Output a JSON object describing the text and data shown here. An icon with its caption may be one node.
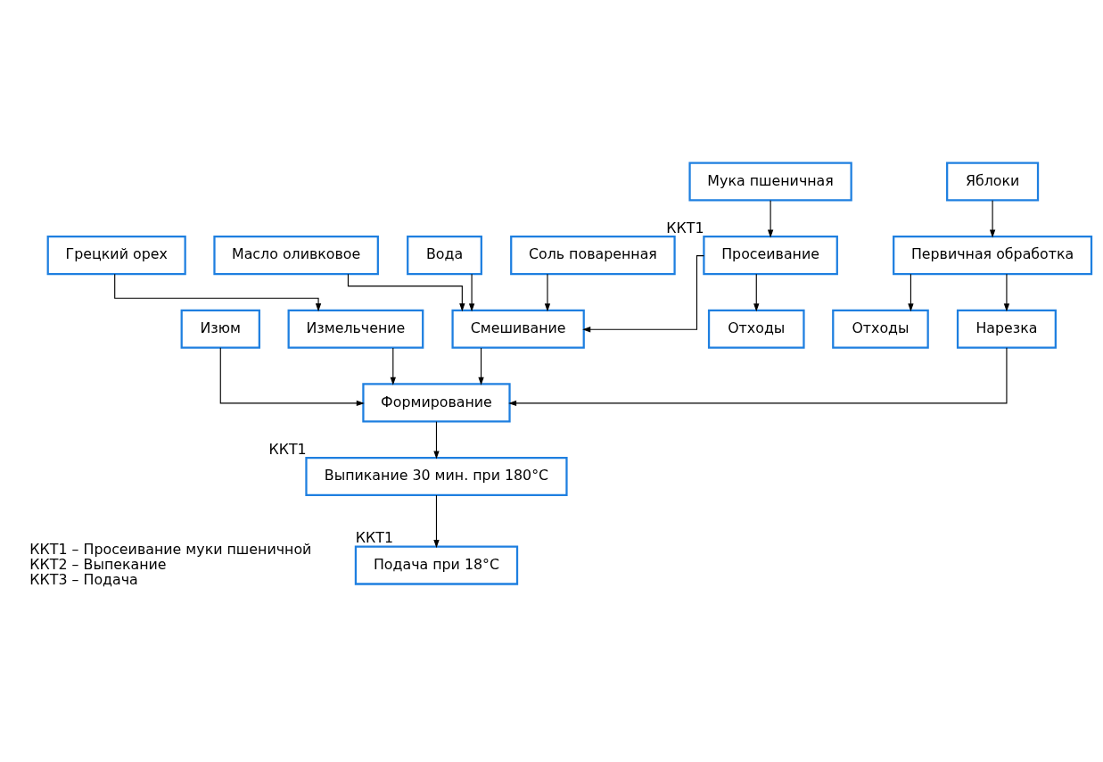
{
  "diagram": {
    "nodes": [
      {
        "text": [
          "Отходы"
        ]
      },
      {
        "text": [
          "Отходы"
        ]
      },
      {
        "text": [
          "Грецкий орех"
        ]
      },
      {
        "text": [
          "Изюм"
        ]
      },
      {
        "text": [
          "Яблоки"
        ]
      },
      {
        "text": [
          "Масло оливковое"
        ]
      },
      {
        "text": [
          "Вода"
        ]
      },
      {
        "text": [
          "Мука пшеничная"
        ]
      },
      {
        "text": [
          "Соль поваренная"
        ]
      },
      {
        "text": [
          "Измельчение"
        ]
      },
      {
        "text": [
          "Первичная обработка"
        ]
      },
      {
        "text": [
          "Просеивание"
        ],
        "beside": [
          "ККТ1"
        ]
      },
      {
        "text": [
          "Нарезка"
        ]
      },
      {
        "text": [
          "Смешивание"
        ]
      },
      {
        "text": [
          "Формирование"
        ]
      },
      {
        "text": [
          "Выпикание 30 мин. при 180°С"
        ],
        "beside": [
          "ККТ1"
        ]
      },
      {
        "text": [
          "Подача при 18°С"
        ],
        "beside": [
          "ККТ1"
        ]
      }
    ],
    "edges": [
      {
        "from": 2,
        "to": 9,
        "arrow": "to"
      },
      {
        "from": 4,
        "to": 10,
        "arrow": "to"
      },
      {
        "from": 10,
        "to": 0,
        "arrow": "to"
      },
      {
        "from": 10,
        "to": 12,
        "arrow": "to"
      },
      {
        "from": 7,
        "to": 11,
        "arrow": "to"
      },
      {
        "from": 11,
        "to": 1,
        "arrow": "to"
      },
      {
        "from": 9,
        "to": 14,
        "arrow": "to"
      },
      {
        "from": 3,
        "to": 14,
        "arrow": "to"
      },
      {
        "from": 12,
        "to": 14,
        "arrow": "to"
      },
      {
        "from": 5,
        "to": 13,
        "arrow": "to"
      },
      {
        "from": 6,
        "to": 13,
        "arrow": "to"
      },
      {
        "from": 11,
        "to": 13,
        "arrow": "to"
      },
      {
        "from": 8,
        "to": 13,
        "arrow": "to"
      },
      {
        "from": 13,
        "to": 14,
        "arrow": "to"
      },
      {
        "from": 14,
        "to": 15,
        "arrow": "to"
      },
      {
        "from": 15,
        "to": 16,
        "arrow": "to"
      }
    ],
    "labels": [
      "ККТ1 – Просеивание муки пшеничной",
      "ККТ2 – Выпекание",
      "ККТ3 – Подача"
    ]
  }
}
